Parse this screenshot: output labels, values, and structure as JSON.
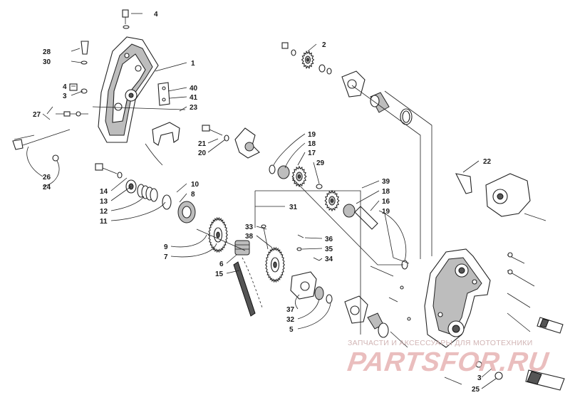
{
  "callouts": [
    {
      "id": "c4a",
      "text": "4"
    },
    {
      "id": "c28",
      "text": "28"
    },
    {
      "id": "c30",
      "text": "30"
    },
    {
      "id": "c1",
      "text": "1"
    },
    {
      "id": "c4b",
      "text": "4"
    },
    {
      "id": "c3a",
      "text": "3"
    },
    {
      "id": "c40",
      "text": "40"
    },
    {
      "id": "c41",
      "text": "41"
    },
    {
      "id": "c23",
      "text": "23"
    },
    {
      "id": "c27",
      "text": "27"
    },
    {
      "id": "c26",
      "text": "26"
    },
    {
      "id": "c24",
      "text": "24"
    },
    {
      "id": "c2",
      "text": "2"
    },
    {
      "id": "c21",
      "text": "21"
    },
    {
      "id": "c20",
      "text": "20"
    },
    {
      "id": "c19a",
      "text": "19"
    },
    {
      "id": "c18a",
      "text": "18"
    },
    {
      "id": "c17",
      "text": "17"
    },
    {
      "id": "c29",
      "text": "29"
    },
    {
      "id": "c22",
      "text": "22"
    },
    {
      "id": "c14",
      "text": "14"
    },
    {
      "id": "c13",
      "text": "13"
    },
    {
      "id": "c12",
      "text": "12"
    },
    {
      "id": "c11",
      "text": "11"
    },
    {
      "id": "c10",
      "text": "10"
    },
    {
      "id": "c8",
      "text": "8"
    },
    {
      "id": "c39",
      "text": "39"
    },
    {
      "id": "c18b",
      "text": "18"
    },
    {
      "id": "c16",
      "text": "16"
    },
    {
      "id": "c19b",
      "text": "19"
    },
    {
      "id": "c31",
      "text": "31"
    },
    {
      "id": "c33",
      "text": "33"
    },
    {
      "id": "c38",
      "text": "38"
    },
    {
      "id": "c36",
      "text": "36"
    },
    {
      "id": "c35",
      "text": "35"
    },
    {
      "id": "c34",
      "text": "34"
    },
    {
      "id": "c9",
      "text": "9"
    },
    {
      "id": "c7",
      "text": "7"
    },
    {
      "id": "c6",
      "text": "6"
    },
    {
      "id": "c15",
      "text": "15"
    },
    {
      "id": "c37",
      "text": "37"
    },
    {
      "id": "c32",
      "text": "32"
    },
    {
      "id": "c5",
      "text": "5"
    },
    {
      "id": "c3b",
      "text": "3"
    },
    {
      "id": "c25",
      "text": "25"
    }
  ],
  "watermark": {
    "top_text": "ЗАПЧАСТИ И АКСЕССУАРЫ ДЛЯ МОТОТЕХНИКИ",
    "logo_text": "PARTSFOR.RU",
    "color": "#e3a9a9"
  },
  "colors": {
    "line": "#222222",
    "shade": "#bdbdbd",
    "background": "#ffffff"
  }
}
